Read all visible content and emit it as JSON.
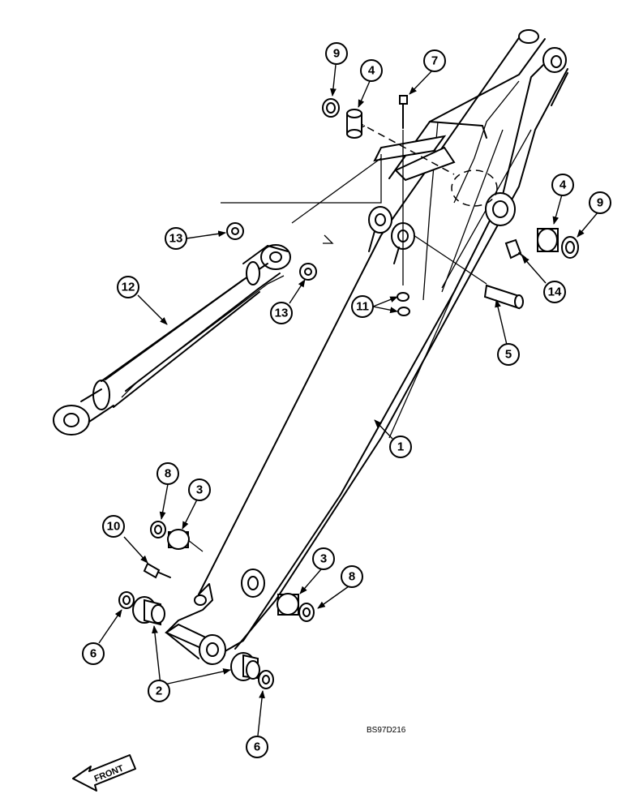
{
  "diagram": {
    "reference_code": "BS97D216",
    "front_label": "FRONT",
    "callouts": [
      "9",
      "4",
      "7",
      "4",
      "9",
      "13",
      "14",
      "12",
      "13",
      "11",
      "5",
      "1",
      "8",
      "3",
      "10",
      "3",
      "8",
      "6",
      "2",
      "6"
    ]
  }
}
